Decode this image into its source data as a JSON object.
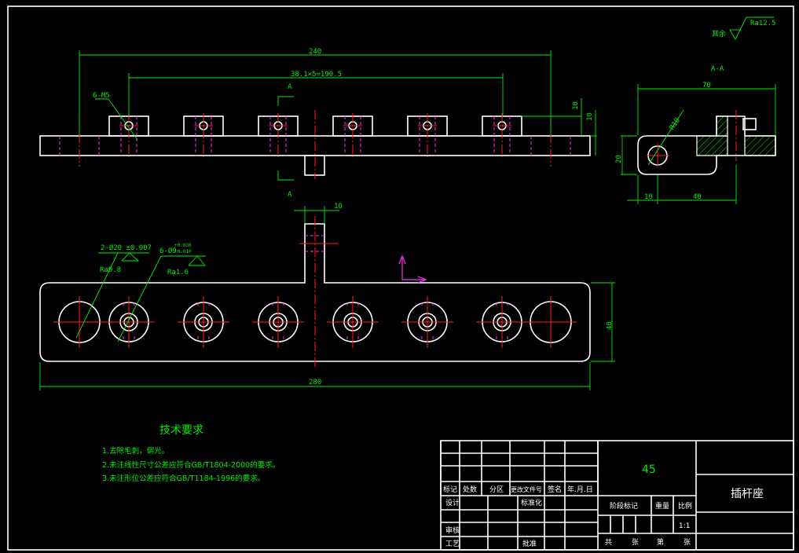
{
  "surface": {
    "label": "其余",
    "roughness": "Ra12.5"
  },
  "section_label": "A-A",
  "section_marks": [
    "A",
    "A"
  ],
  "dims": {
    "total_top": "240",
    "pitch": "38.1×5=190.5",
    "holes_top": "6-M5",
    "h10a": "10",
    "h10b": "10",
    "width_70": "70",
    "r10": "R10",
    "h20": "20",
    "w10": "10",
    "w40": "40",
    "boss_w": "10",
    "bores": "2-Ø20 ±0.007",
    "bores_ra": "Ra0.8",
    "holes_6": "6-Ø9",
    "holes_6_tol_up": "+0.036",
    "holes_6_tol_lo": "-0.010",
    "holes_6_ra": "Ra1.6",
    "height_40": "40",
    "total_280": "280"
  },
  "notes": {
    "title": "技术要求",
    "items": [
      "1.去除毛刺，倒光。",
      "2.未注线性尺寸公差应符合GB/T1804-2000的要求。",
      "3.未注形位公差应符合GB/T1184-1996的要求。"
    ]
  },
  "title_block": {
    "material": "45",
    "part_name": "插杆座",
    "headers": [
      "标记",
      "处数",
      "分区",
      "更改文件号",
      "签名",
      "年.月.日"
    ],
    "design": "设计",
    "standardize": "标准化",
    "review": "审核",
    "process": "工艺",
    "approve": "批准",
    "stage": "阶段标记",
    "weight": "重量",
    "ratio_label": "比例",
    "ratio": "1:1",
    "sheets": [
      "共",
      "张",
      "第",
      "张"
    ]
  }
}
